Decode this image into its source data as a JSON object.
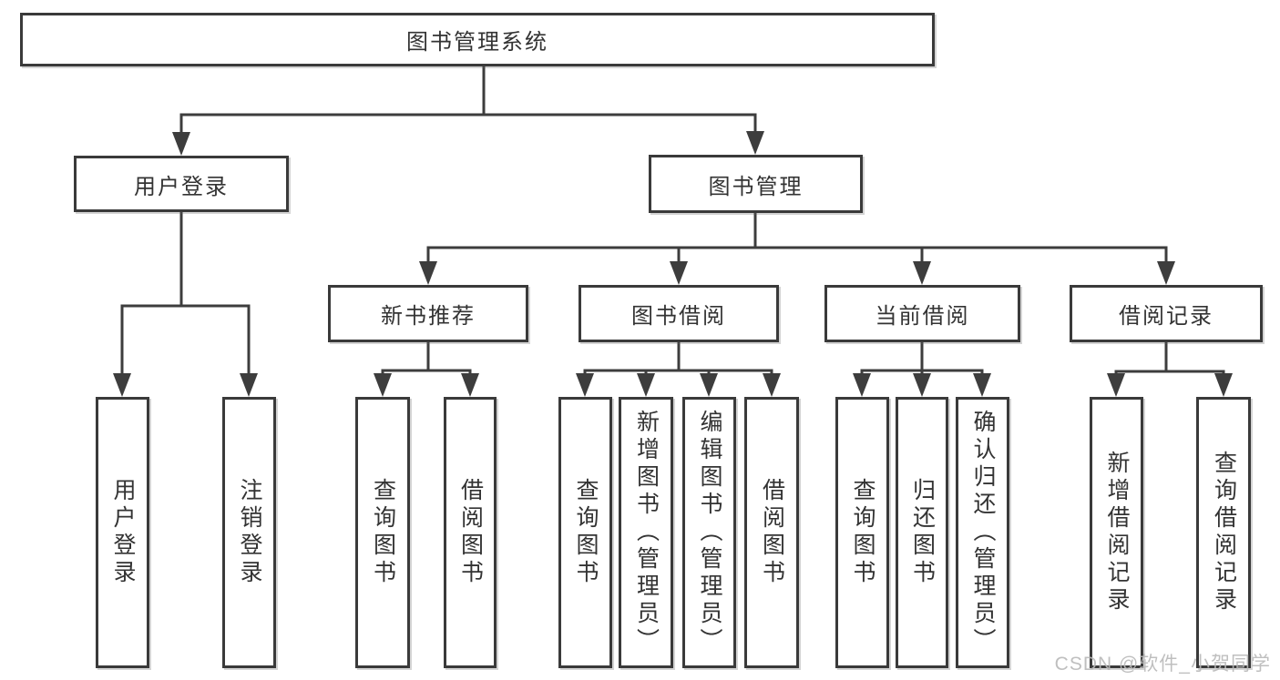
{
  "diagram": {
    "title": "图书管理系统",
    "watermark": "CSDN @软件_小贺同学",
    "colors": {
      "line": "#3d3d3d",
      "box_border": "#3a3a3a",
      "box_fill": "#ffffff",
      "text": "#333333",
      "watermark": "#b9b9b9"
    },
    "nodes": [
      {
        "id": "root",
        "label": "图书管理系统",
        "parent": null
      },
      {
        "id": "user-login",
        "label": "用户登录",
        "parent": "root"
      },
      {
        "id": "book-mgmt",
        "label": "图书管理",
        "parent": "root"
      },
      {
        "id": "new-book-rec",
        "label": "新书推荐",
        "parent": "book-mgmt"
      },
      {
        "id": "book-borrow",
        "label": "图书借阅",
        "parent": "book-mgmt"
      },
      {
        "id": "current-borrow",
        "label": "当前借阅",
        "parent": "book-mgmt"
      },
      {
        "id": "borrow-records",
        "label": "借阅记录",
        "parent": "book-mgmt"
      },
      {
        "id": "login-leaf",
        "label": "用户登录",
        "parent": "user-login"
      },
      {
        "id": "logout-leaf",
        "label": "注销登录",
        "parent": "user-login"
      },
      {
        "id": "nbr-query",
        "label": "查询图书",
        "parent": "new-book-rec"
      },
      {
        "id": "nbr-borrow",
        "label": "借阅图书",
        "parent": "new-book-rec"
      },
      {
        "id": "bb-query",
        "label": "查询图书",
        "parent": "book-borrow"
      },
      {
        "id": "bb-add",
        "label": "新增图书（管理员）",
        "parent": "book-borrow"
      },
      {
        "id": "bb-edit",
        "label": "编辑图书（管理员）",
        "parent": "book-borrow"
      },
      {
        "id": "bb-borrow",
        "label": "借阅图书",
        "parent": "book-borrow"
      },
      {
        "id": "cb-query",
        "label": "查询图书",
        "parent": "current-borrow"
      },
      {
        "id": "cb-return",
        "label": "归还图书",
        "parent": "current-borrow"
      },
      {
        "id": "cb-confirm",
        "label": "确认归还（管理员）",
        "parent": "current-borrow"
      },
      {
        "id": "br-add",
        "label": "新增借阅记录",
        "parent": "borrow-records"
      },
      {
        "id": "br-query",
        "label": "查询借阅记录",
        "parent": "borrow-records"
      }
    ]
  }
}
